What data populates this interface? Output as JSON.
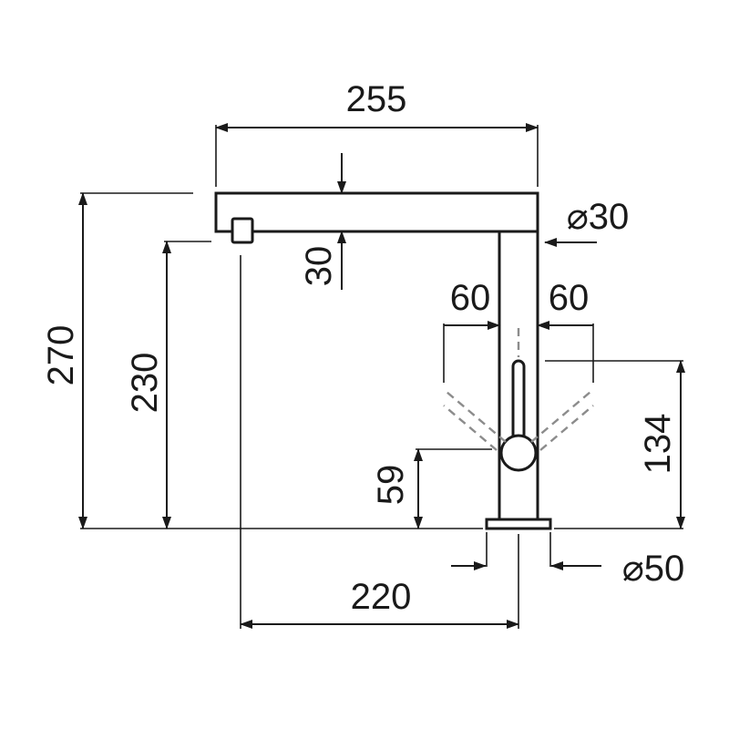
{
  "dimensions": {
    "overall_width": "255",
    "overall_height": "270",
    "spout_height": "230",
    "spout_thickness": "30",
    "spout_diameter": "⌀30",
    "lever_swing_left": "60",
    "lever_swing_right": "60",
    "lever_height": "59",
    "handle_height": "134",
    "reach": "220",
    "base_diameter": "⌀50"
  },
  "colors": {
    "line": "#1a1a1a",
    "dashed": "#8c8c8c",
    "background": "#ffffff"
  }
}
